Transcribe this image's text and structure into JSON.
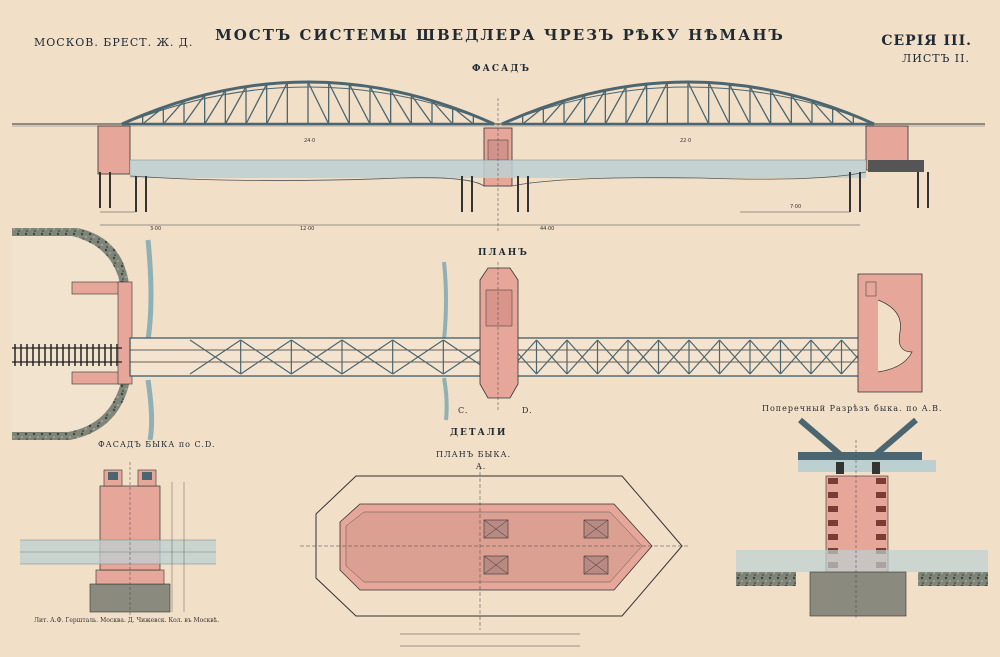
{
  "header": {
    "railway": "МОСКОВ. БРЕСТ. Ж. Д.",
    "title": "МОСТЪ СИСТЕМЫ ШВЕДЛЕРА ЧРЕЗЪ РѢКУ НѢМАНЪ",
    "series": "СЕРІЯ III.",
    "sheet": "ЛИСТЪ II."
  },
  "labels": {
    "facade": "ФАСАДЪ",
    "plan": "ПЛАНЪ",
    "details": "ДЕТАЛИ",
    "pier_facade": "ФАСАДЪ БЫКА по C.D.",
    "pier_plan": "ПЛАНЪ БЫКА.",
    "cross_section": "Поперечный Разрѣзъ быка. по A.B.",
    "point_a": "A.",
    "point_c": "C.",
    "point_d": "D."
  },
  "imprint": "Лит. А.Ф. Гершталь. Москва. Д. Чижевск. Кол. въ Москвѣ.",
  "colors": {
    "paper": "#f1dfc8",
    "truss": "#4b6670",
    "masonry": "#e6a79a",
    "water": "#bcd0d2",
    "ink": "#1f2a33",
    "stone": "#8a8a7e"
  }
}
